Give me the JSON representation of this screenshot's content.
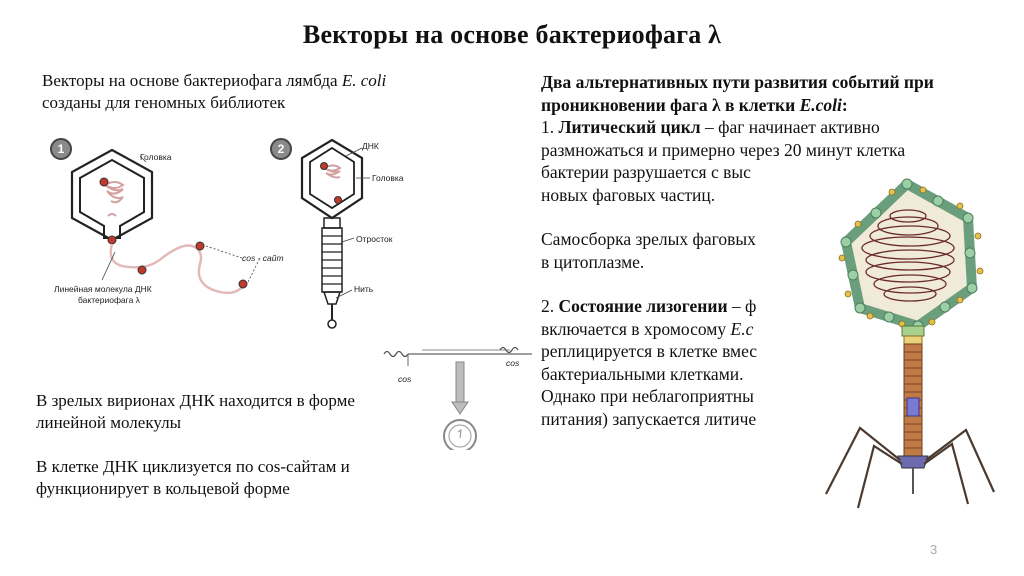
{
  "slide": {
    "title": "Векторы на основе бактериофага λ",
    "intro_line1_a": "Векторы на основе бактериофага лямбда ",
    "intro_line1_b": "E. coli",
    "intro_line2": "созданы для геномных библиотек",
    "left_low_p1": "В зрелых вирионах ДНК находится в форме линейной молекулы",
    "left_low_p2": "В клетке ДНК циклизуется по cos-сайтам и функционирует в кольцевой форме",
    "right": {
      "heading_a": "Два альтернативных пути развития событий при проникновении фага λ в клетки ",
      "heading_b": "E.coli",
      "heading_c": ":",
      "p1_num": "1. ",
      "p1_bold": "Литический цикл",
      "p1_line1_rest": " – фаг начинает активно",
      "p1_line2": "размножаться и примерно через 20 минут клетка",
      "p1_line3": "бактерии разрушается с выс",
      "p1_line4": "новых фаговых частиц.",
      "p2_line1": "Самосборка зрелых фаговых",
      "p2_line2": "в цитоплазме.",
      "p3_num": "2. ",
      "p3_bold": "Состояние лизогении",
      "p3_line1_rest": " – ф",
      "p3_line2_a": "включается в хромосому ",
      "p3_line2_b": "E.c",
      "p3_line3": "реплицируется в клетке вмес",
      "p3_line4": "бактериальными клетками.",
      "p3_line5": "Однако при неблагоприятны",
      "p3_line6": "питания) запускается литиче"
    },
    "page_number": "3"
  },
  "figure1": {
    "number": "1",
    "label_head": "Головка",
    "label_cos": "cos - сайт",
    "label_molecule_1": "Линейная молекула ДНК",
    "label_molecule_2": "бактериофага λ"
  },
  "figure2": {
    "number": "2",
    "label_dna": "ДНК",
    "label_head": "Головка",
    "label_tail": "Отросток",
    "label_fiber": "Нить"
  },
  "figure3": {
    "label_cos_left": "cos",
    "label_cos_right": "cos"
  },
  "colors": {
    "phage_capsid": "#8fbf8f",
    "phage_dna": "#6b2a2a",
    "phage_tail": "#b5632a",
    "dna_red": "#c0392b"
  }
}
